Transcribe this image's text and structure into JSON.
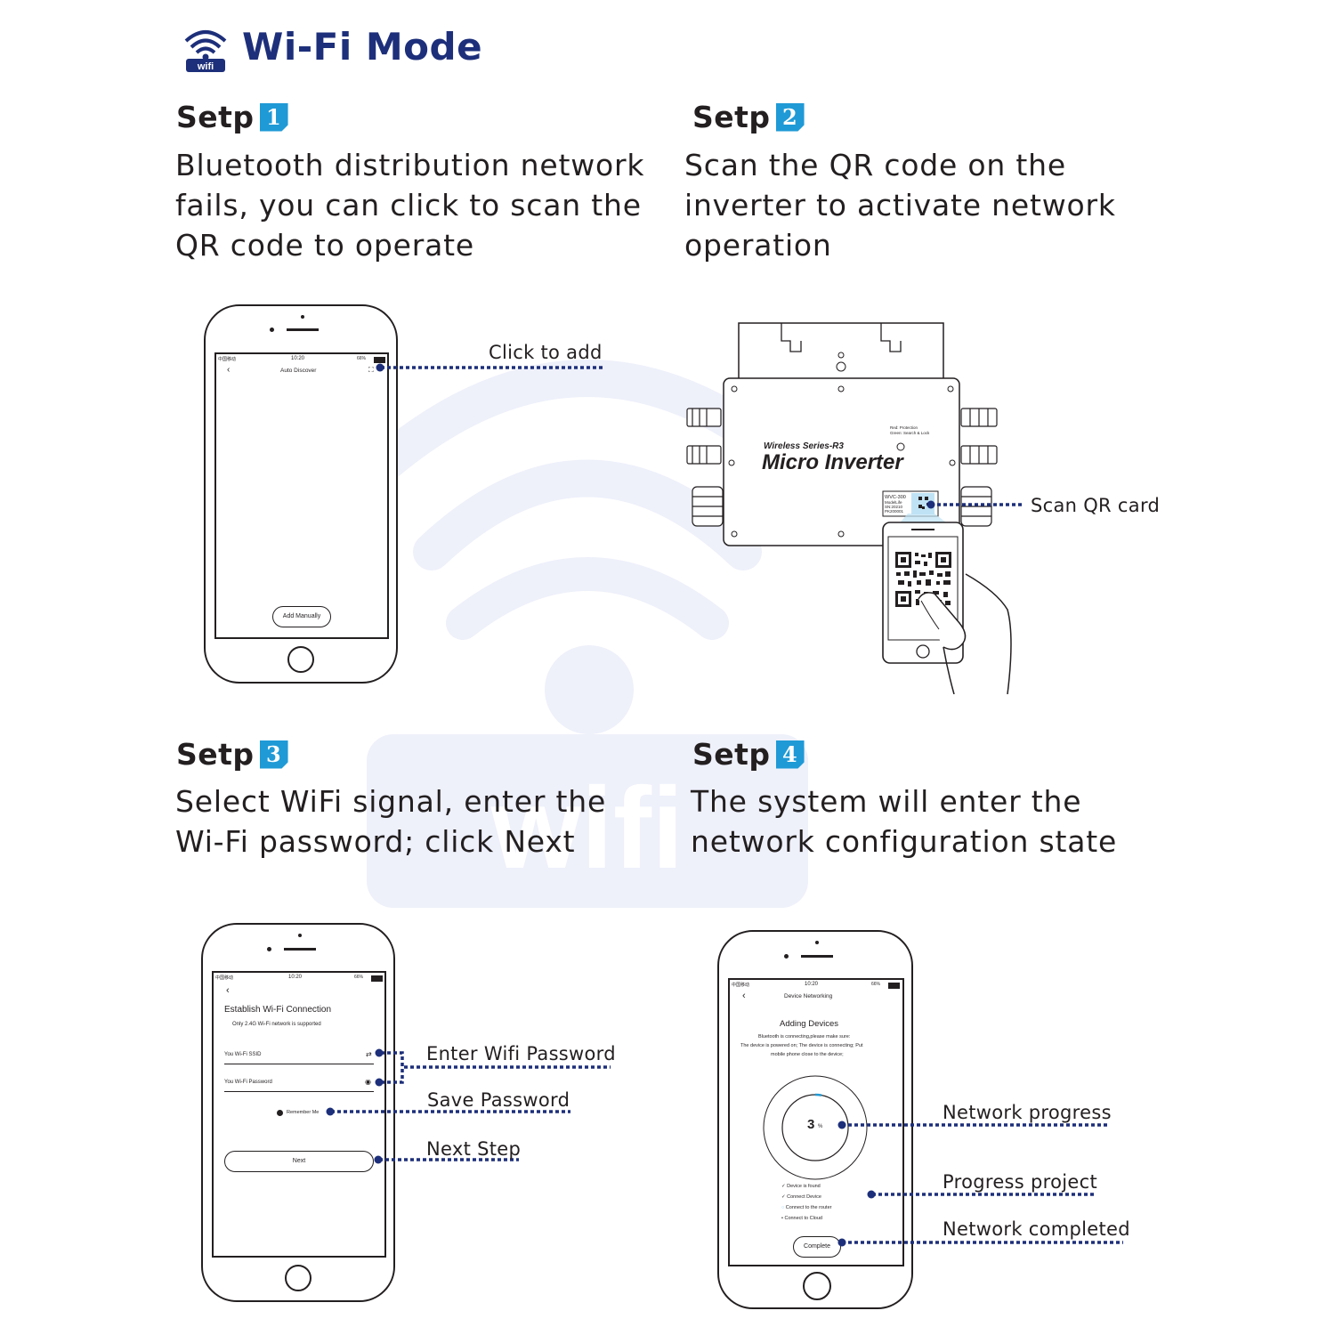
{
  "header": {
    "title": "Wi-Fi Mode",
    "logo_text": "wifi",
    "accent_color": "#1d2f7a",
    "step_badge_color": "#1f9ad6"
  },
  "steps": [
    {
      "label": "Setp",
      "number": "1",
      "description": [
        "Bluetooth distribution network",
        "fails, you can click to scan the",
        "QR code to operate"
      ]
    },
    {
      "label": "Setp",
      "number": "2",
      "description": [
        "Scan the QR code on the",
        "inverter to activate network",
        "operation"
      ]
    },
    {
      "label": "Setp",
      "number": "3",
      "description": [
        "Select WiFi signal, enter the",
        "Wi-Fi password; click Next"
      ]
    },
    {
      "label": "Setp",
      "number": "4",
      "description": [
        "The system will enter the",
        "network configuration state"
      ]
    }
  ],
  "callouts": {
    "click_to_add": "Click to add",
    "scan_qr_card": "Scan QR card",
    "enter_wifi_password": "Enter Wifi Password",
    "save_password": "Save Password",
    "next_step": "Next Step",
    "network_progress": "Network progress",
    "progress_project": "Progress project",
    "network_completed": "Network completed"
  },
  "phone1": {
    "status_signal": "中国移动",
    "status_time": "10:20",
    "status_battery": "66%",
    "screen_title": "Auto Discover",
    "add_button": "Add Manually"
  },
  "inverter": {
    "series": "Wireless Series-R3",
    "name": "Micro Inverter",
    "led_line1": "Red: Protection",
    "led_line2": "Green: Search & Lock",
    "model": "WVC-300",
    "label_line2": "ModelLife",
    "label_line3": "SN:20210",
    "label_line4": "PK200001"
  },
  "phone3": {
    "status_signal": "中国移动",
    "status_time": "10:20",
    "status_battery": "66%",
    "heading": "Establish Wi-Fi Connection",
    "subheading": "Only 2.4G Wi-Fi network is supported",
    "ssid_label": "You  Wi-Fi SSID",
    "password_label": "You  Wi-Fi Password",
    "remember": "Remember Me",
    "next_button": "Next"
  },
  "phone4": {
    "status_signal": "中国移动",
    "status_time": "10:20",
    "status_battery": "66%",
    "screen_title": "Device Networking",
    "heading": "Adding Devices",
    "info_line1": "Bluetooth is connecting,please make sure:",
    "info_line2": "The device is powered on; The device is connecting; Put",
    "info_line3": "mobile phone close to the device;",
    "progress_value": "3",
    "progress_unit": "%",
    "progress_percent": 3,
    "steps": [
      "Device is found",
      "Connect Device",
      "Connect to the router",
      "Connect to Cloud"
    ],
    "complete_button": "Complete"
  }
}
